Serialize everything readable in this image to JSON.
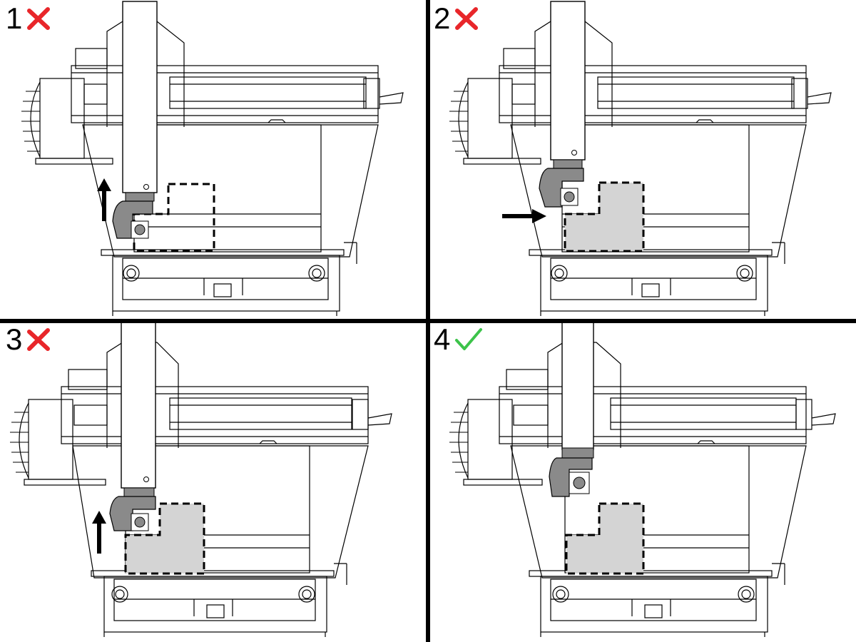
{
  "panels": [
    {
      "number": "1",
      "status": "incorrect",
      "status_icon": "red-x-icon",
      "status_color": "#e8262a",
      "arrow": "up"
    },
    {
      "number": "2",
      "status": "incorrect",
      "status_icon": "red-x-icon",
      "status_color": "#e8262a",
      "arrow": "right"
    },
    {
      "number": "3",
      "status": "incorrect",
      "status_icon": "red-x-icon",
      "status_color": "#e8262a",
      "arrow": "up"
    },
    {
      "number": "4",
      "status": "correct",
      "status_icon": "green-check-icon",
      "status_color": "#3cc34a",
      "arrow": "none"
    }
  ],
  "colors": {
    "line": "#000000",
    "shaded_area": "#d4d4d4",
    "spindle_head": "#8a8a8a",
    "divider": "#000000"
  }
}
